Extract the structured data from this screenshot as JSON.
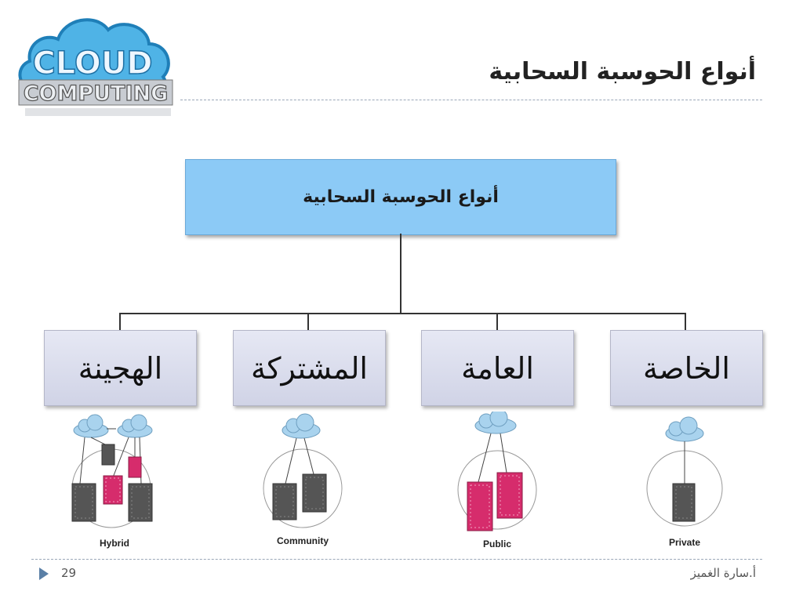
{
  "logo": {
    "line1": "CLOUD",
    "line2": "COMPUTING"
  },
  "title": "أنواع الحوسبة السحابية",
  "diagram": {
    "root": "أنواع الحوسبة السحابية",
    "children": [
      {
        "label": "الخاصة",
        "caption": "Private"
      },
      {
        "label": "العامة",
        "caption": "Public"
      },
      {
        "label": "المشتركة",
        "caption": "Community"
      },
      {
        "label": "الهجينة",
        "caption": "Hybrid"
      }
    ]
  },
  "footer": {
    "page_number": "29",
    "author": "أ.سارة الغميز"
  },
  "colors": {
    "root_fill": "#8ccaf6",
    "child_fill": "#dcdfee",
    "building_gray": "#555555",
    "building_pink": "#d62c6c",
    "cloud": "#a9d3ee"
  }
}
